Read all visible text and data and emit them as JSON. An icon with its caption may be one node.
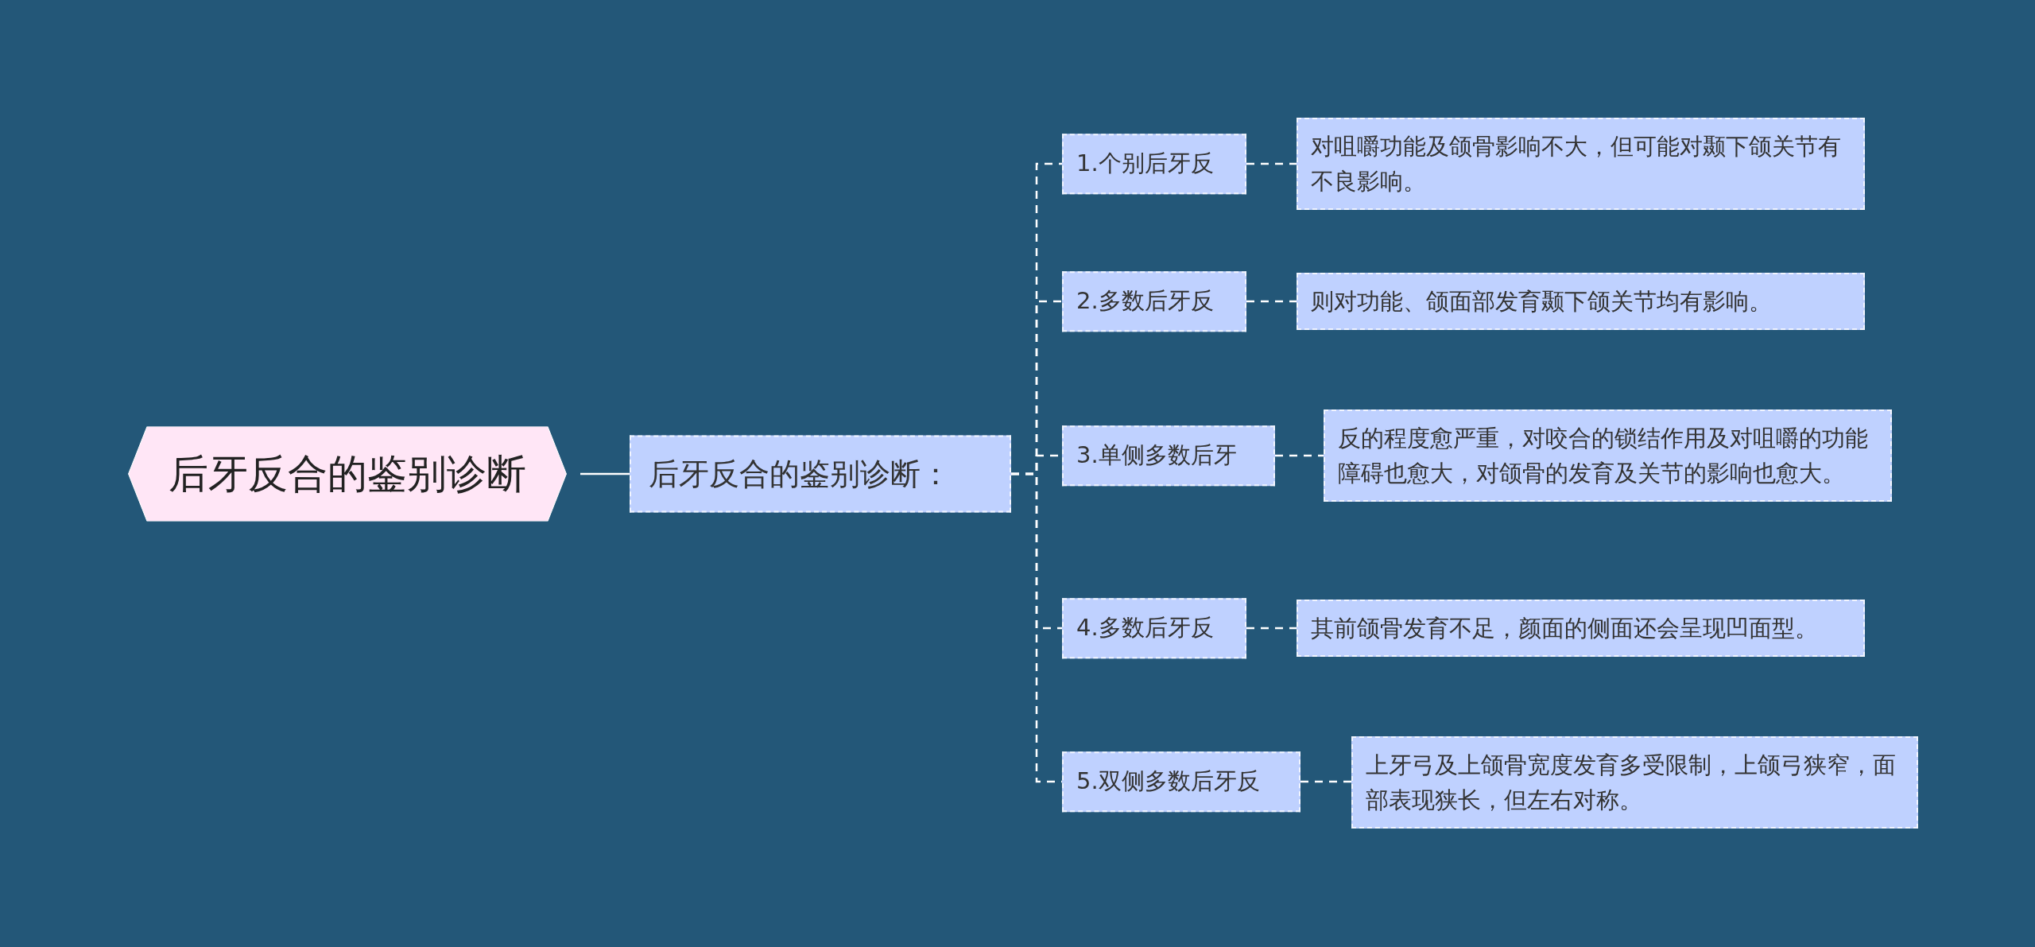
{
  "diagram": {
    "nodes": [
      {
        "text": [
          "后牙反合的鉴别诊断"
        ]
      },
      {
        "text": [
          "后牙反合的鉴别诊断："
        ]
      },
      {
        "text": [
          "1.个别后牙反"
        ]
      },
      {
        "text": [
          "对咀嚼功能及颌骨影响不大，但可能对颞下颌关节有不良影响。"
        ]
      },
      {
        "text": [
          "2.多数后牙反"
        ]
      },
      {
        "text": [
          "则对功能、颌面部发育颞下颌关节均有影响。"
        ]
      },
      {
        "text": [
          "3.单侧多数后牙"
        ]
      },
      {
        "text": [
          "反的程度愈严重，对咬合的锁结作用及对咀嚼的功能障碍也愈大，对颌骨的发育及关节的影响也愈大。"
        ]
      },
      {
        "text": [
          "4.多数后牙反"
        ]
      },
      {
        "text": [
          "其前颌骨发育不足，颜面的侧面还会呈现凹面型。"
        ]
      },
      {
        "text": [
          "5.双侧多数后牙反"
        ]
      },
      {
        "text": [
          "上牙弓及上颌骨宽度发育多受限制，上颌弓狭窄，面部表现狭长，但左右对称。"
        ]
      }
    ],
    "edges": [
      {
        "from": 0,
        "to": 1,
        "arrow": "none"
      },
      {
        "from": 1,
        "to": 2,
        "arrow": "none",
        "style": "dashed"
      },
      {
        "from": 1,
        "to": 4,
        "arrow": "none",
        "style": "dashed"
      },
      {
        "from": 1,
        "to": 6,
        "arrow": "none",
        "style": "dashed"
      },
      {
        "from": 1,
        "to": 8,
        "arrow": "none",
        "style": "dashed"
      },
      {
        "from": 1,
        "to": 10,
        "arrow": "none",
        "style": "dashed"
      },
      {
        "from": 2,
        "to": 3,
        "arrow": "none",
        "style": "dashed"
      },
      {
        "from": 4,
        "to": 5,
        "arrow": "none",
        "style": "dashed"
      },
      {
        "from": 6,
        "to": 7,
        "arrow": "none",
        "style": "dashed"
      },
      {
        "from": 8,
        "to": 9,
        "arrow": "none",
        "style": "dashed"
      },
      {
        "from": 10,
        "to": 11,
        "arrow": "none",
        "style": "dashed"
      }
    ]
  }
}
